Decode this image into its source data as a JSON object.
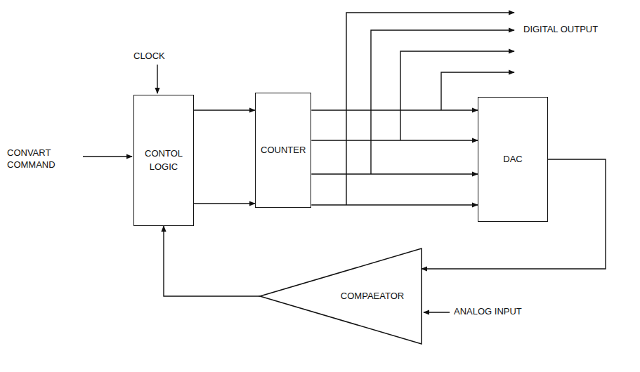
{
  "diagram": {
    "nodes": [
      {
        "text": [
          "CONTOL LOGIC"
        ]
      },
      {
        "text": [
          "COUNTER"
        ]
      },
      {
        "text": [
          "DAC"
        ]
      },
      {
        "text": [
          "COMPAEATOR"
        ]
      }
    ],
    "edges": [
      {
        "from": 0,
        "to": 1,
        "arrow": "to"
      },
      {
        "from": 0,
        "to": 1,
        "arrow": "to"
      },
      {
        "from": 1,
        "to": 2,
        "arrow": "to"
      },
      {
        "from": 1,
        "to": 2,
        "arrow": "to"
      },
      {
        "from": 1,
        "to": 2,
        "arrow": "to"
      },
      {
        "from": 1,
        "to": 2,
        "arrow": "to"
      },
      {
        "from": 2,
        "to": 3,
        "arrow": "to"
      },
      {
        "from": 3,
        "to": 0,
        "arrow": "to"
      }
    ],
    "labels": [
      "CLOCK",
      "CONVART COMMAND",
      "DIGITAL OUTPUT",
      "ANALOG INPUT"
    ]
  }
}
